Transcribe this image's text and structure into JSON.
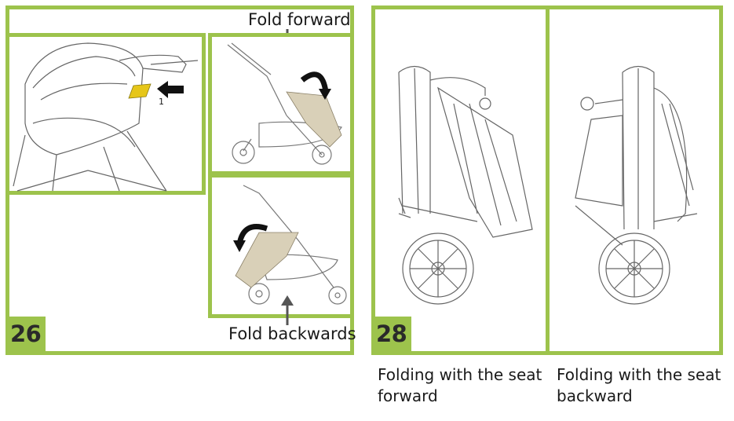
{
  "step26": {
    "number": "26",
    "fold_forward": "Fold forward",
    "fold_backwards": "Fold backwards",
    "callout": "1"
  },
  "step28": {
    "number": "28",
    "caption_forward": "Folding with the seat forward",
    "caption_backward": "Folding with the seat backward"
  },
  "colors": {
    "frame_green": "#9dc34c",
    "highlight_yellow": "#e6c619",
    "fabric_beige": "#d9d0b8",
    "line_art": "#555555"
  }
}
